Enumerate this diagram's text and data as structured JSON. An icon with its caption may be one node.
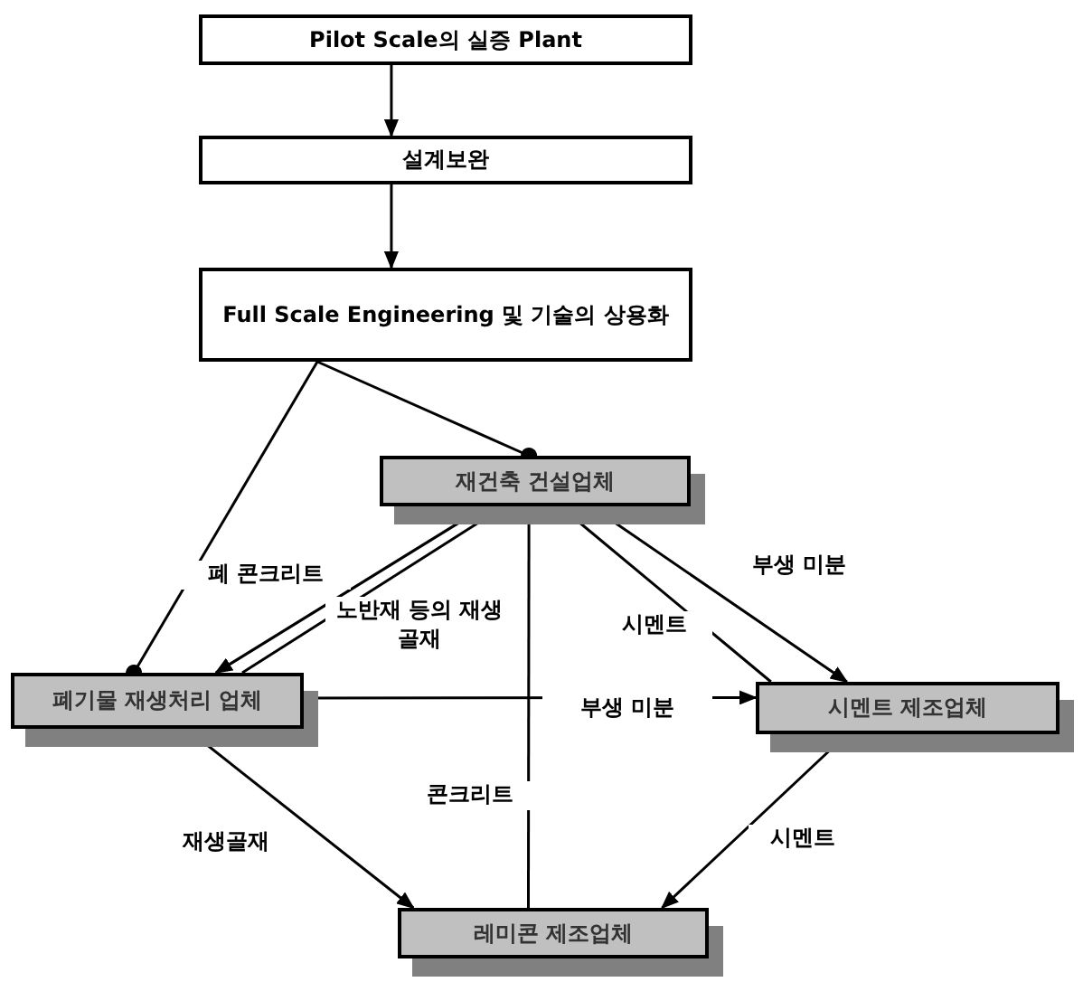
{
  "diagram": {
    "nodes": [
      {
        "text": [
          "Pilot Scale의 실증 Plant"
        ]
      },
      {
        "text": [
          "설계보완"
        ]
      },
      {
        "text": [
          "Full Scale Engineering 및 기술의 상용화"
        ]
      },
      {
        "text": [
          "재건축 건설업체"
        ]
      },
      {
        "text": [
          "폐기물 재생처리 업체"
        ]
      },
      {
        "text": [
          "시멘트 제조업체"
        ]
      },
      {
        "text": [
          "레미콘 제조업체"
        ]
      }
    ],
    "edges": [
      {
        "from": 0,
        "to": 1,
        "arrow": "to"
      },
      {
        "from": 1,
        "to": 2,
        "arrow": "to"
      },
      {
        "from": 2,
        "to": 3,
        "arrow": "other"
      },
      {
        "from": 2,
        "to": 4,
        "arrow": "other"
      },
      {
        "from": 3,
        "to": 4,
        "arrow": "to",
        "label": "폐 콘크리트"
      },
      {
        "from": 4,
        "to": 3,
        "arrow": "to",
        "label": "노반재 등의 재생골재"
      },
      {
        "from": 5,
        "to": 3,
        "arrow": "to",
        "label": "시멘트"
      },
      {
        "from": 3,
        "to": 5,
        "arrow": "to",
        "label": "부생 미분"
      },
      {
        "from": 4,
        "to": 5,
        "arrow": "to",
        "label": "부생 미분"
      },
      {
        "from": 6,
        "to": 3,
        "arrow": "to",
        "label": "콘크리트"
      },
      {
        "from": 4,
        "to": 6,
        "arrow": "to",
        "label": "재생골재"
      },
      {
        "from": 5,
        "to": 6,
        "arrow": "to",
        "label": "시멘트"
      }
    ]
  }
}
